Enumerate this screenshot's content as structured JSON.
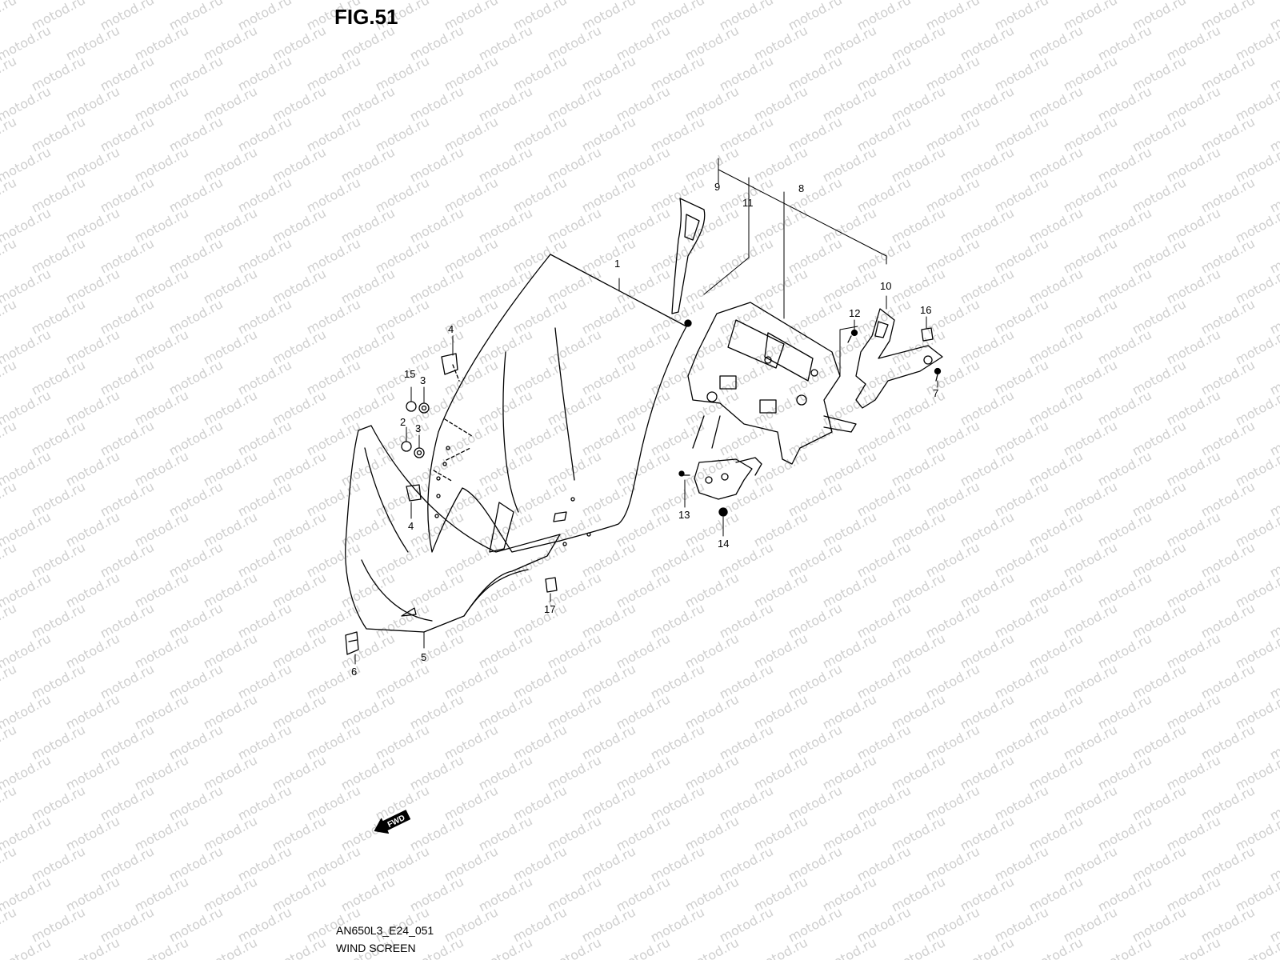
{
  "figure": {
    "title": "FIG.51"
  },
  "watermark": {
    "text": "motod.ru",
    "color": "#cfcfcf"
  },
  "diagram_code": "AN650L3_E24_051",
  "caption": "WIND SCREEN",
  "direction_marker": "FWD",
  "callouts": [
    {
      "id": "c1",
      "text": "1"
    },
    {
      "id": "c2",
      "text": "2"
    },
    {
      "id": "c3a",
      "text": "3"
    },
    {
      "id": "c3b",
      "text": "3"
    },
    {
      "id": "c4a",
      "text": "4"
    },
    {
      "id": "c4b",
      "text": "4"
    },
    {
      "id": "c5",
      "text": "5"
    },
    {
      "id": "c6",
      "text": "6"
    },
    {
      "id": "c7",
      "text": "7"
    },
    {
      "id": "c8",
      "text": "8"
    },
    {
      "id": "c9",
      "text": "9"
    },
    {
      "id": "c10",
      "text": "10"
    },
    {
      "id": "c11",
      "text": "11"
    },
    {
      "id": "c12",
      "text": "12"
    },
    {
      "id": "c13",
      "text": "13"
    },
    {
      "id": "c14",
      "text": "14"
    },
    {
      "id": "c15",
      "text": "15"
    },
    {
      "id": "c16",
      "text": "16"
    },
    {
      "id": "c17",
      "text": "17"
    }
  ]
}
